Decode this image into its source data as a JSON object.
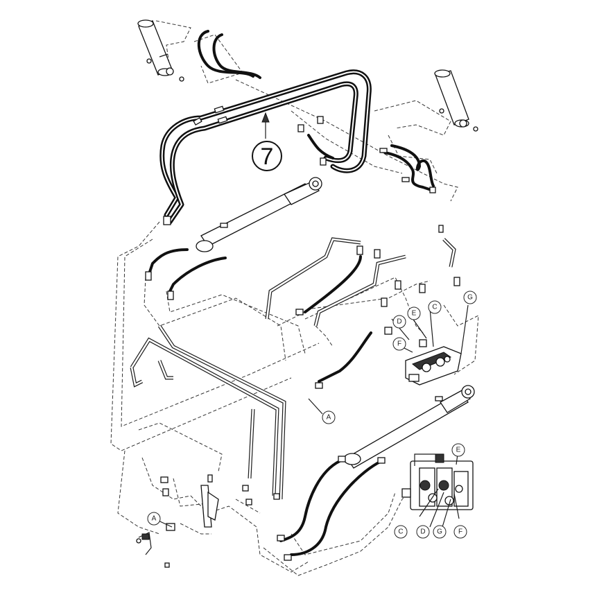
{
  "diagram": {
    "callout_main": "7",
    "labels": {
      "upper_right": [
        "C",
        "E",
        "D",
        "F",
        "G"
      ],
      "center_left": "A",
      "bottom_left": "A",
      "valve_top": "E",
      "valve_bottom": [
        "C",
        "D",
        "G",
        "F"
      ]
    }
  },
  "colors": {
    "line": "#111111",
    "background": "#ffffff"
  }
}
